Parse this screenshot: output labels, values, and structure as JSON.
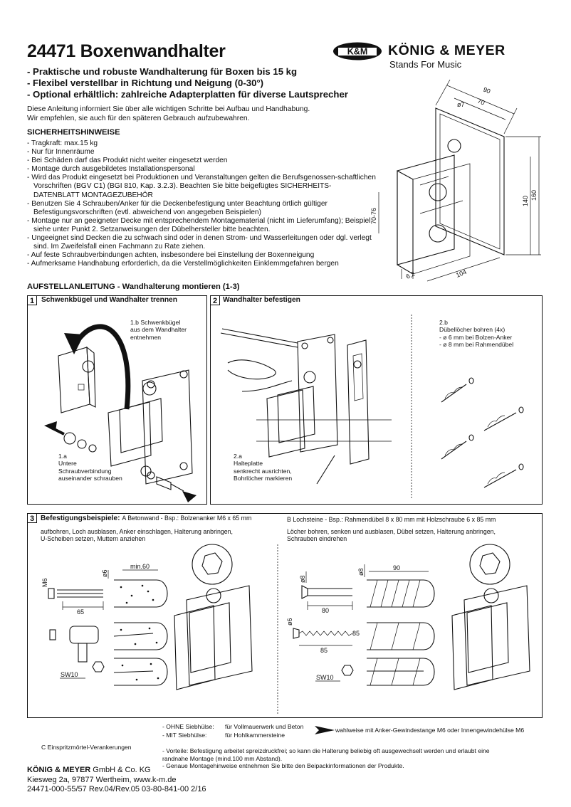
{
  "title": "24471 Boxenwandhalter",
  "features": [
    "- Praktische und robuste Wandhalterung für Boxen bis 15 kg",
    "- Flexibel verstellbar in Richtung und Neigung (0-30°)",
    "- Optional erhältlich: zahlreiche Adapterplatten für diverse Lautsprecher"
  ],
  "intro": [
    "Diese Anleitung informiert Sie über alle wichtigen Schritte bei Aufbau und Handhabung.",
    "Wir empfehlen, sie auch für den späteren Gebrauch aufzubewahren."
  ],
  "brand": {
    "logo_mark": "K&M",
    "name": "KÖNIG & MEYER",
    "tagline": "Stands For Music"
  },
  "safety": {
    "heading": "SICHERHEITSHINWEISE",
    "items": [
      "- Tragkraft: max.15 kg",
      "- Nur für Innenräume",
      "- Bei Schäden darf das Produkt nicht weiter eingesetzt werden",
      "- Montage durch ausgebildetes Installationspersonal",
      "- Wird das Produkt eingesetzt bei Produktionen und Veranstaltungen gelten die Berufsgenossen-schaftlichen Vorschriften (BGV C1) (BGI 810, Kap. 3.2.3). Beachten Sie bitte beigefügtes SICHERHEITS-DATENBLATT MONTAGEZUBEHÖR",
      "- Benutzen Sie 4 Schrauben/Anker für die Deckenbefestigung unter Beachtung örtlich gültiger Befestigungsvorschriften (evtl. abweichend von angegeben Beispielen)",
      "- Montage nur an geeigneter Decke mit entsprechendem Montagematerial (nicht im Lieferumfang); Beispiel siehe unter Punkt 2. Setzanweisungen der Dübelhersteller bitte beachten.",
      "- Ungeeignet sind Decken die zu schwach sind oder in denen Strom- und Wasserleitungen oder dgl. verlegt sind. Im Zweifelsfall einen Fachmann zu Rate ziehen.",
      "- Auf feste Schraubverbindungen achten, insbesondere bei Einstellung der Boxenneigung",
      "- Aufmerksame Handhabung erforderlich, da die Verstellmöglichkeiten Einklemmgefahren bergen"
    ]
  },
  "dims": {
    "d90": "90",
    "d70": "70",
    "d7": "ø7",
    "d7076": "70-76",
    "d140": "140",
    "d160": "160",
    "d62": "6,2",
    "d104": "104"
  },
  "assembly_heading": "AUFSTELLANLEITUNG - Wandhalterung montieren (1-3)",
  "panel1": {
    "num": "1",
    "title": "Schwenkbügel und Wandhalter trennen",
    "step_1b": [
      "1.b  Schwenkbügel",
      "aus dem Wandhalter",
      "entnehmen"
    ],
    "step_1a": [
      "1.a",
      "Untere",
      "Schraubverbindung",
      "auseinander schrauben"
    ]
  },
  "panel2": {
    "num": "2",
    "title": "Wandhalter befestigen",
    "step_2a": [
      "2.a",
      "Halteplatte",
      "senkrecht ausrichten,",
      "Bohrlöcher markieren"
    ],
    "step_2b": [
      "2.b",
      "Dübellöcher bohren (4x)",
      " - ø 6 mm bei Bolzen-Anker",
      " - ø 8 mm bei Rahmendübel"
    ]
  },
  "panel3": {
    "num": "3",
    "title": "Befestigungsbeispiele:",
    "a_title": "A Betonwand - Bsp.: Bolzenanker M6 x 65 mm",
    "a_text": [
      "aufbohren, Loch ausblasen, Anker einschlagen, Halterung anbringen,",
      "U-Scheiben setzen, Muttern anziehen"
    ],
    "b_title": "B Lochsteine - Bsp.: Rahmendübel 8 x 80 mm mit Holzschraube 6 x 85 mm",
    "b_text": [
      "Löcher bohren, senken und ausblasen, Dübel setzen, Halterung anbringen,",
      "Schrauben eindrehen"
    ],
    "labels": {
      "m6": "M6",
      "d6": "ø6",
      "min60": "min.60",
      "l65": "65",
      "sw10a": "SW10",
      "d8a": "ø8",
      "d8b": "ø8",
      "l90": "90",
      "l80": "80",
      "d6b": "ø6",
      "l85": "85",
      "l85b": "85",
      "sw10b": "SW10"
    }
  },
  "notes": {
    "ohne_label": "- OHNE Siebhülse:",
    "ohne_value": "für Vollmauerwerk und Beton",
    "mit_label": "- MIT Siebhülse:",
    "mit_value": "für Hohlkammersteine",
    "arrow_text": "wahlweise mit Anker-Gewindestange M6 oder Innengewindehülse M6",
    "c_text": "C Einspritzmörtel-Verankerungen",
    "advantages": [
      "- Vorteile: Befestigung arbeitet spreizdruckfrei; so kann die Halterung beliebig oft ausgewechselt werden und erlaubt eine",
      "  randnahe Montage (mind.100 mm Abstand).",
      "- Genaue Montagehinweise entnehmen Sie bitte den Beipackinformationen der Produkte."
    ]
  },
  "footer": {
    "company_bold": "KÖNIG & MEYER",
    "company_rest": " GmbH & Co. KG",
    "address": "Kiesweg 2a, 97877 Wertheim, www.k-m.de",
    "doc": "24471-000-55/57  Rev.04/Rev.05  03-80-841-00  2/16"
  }
}
